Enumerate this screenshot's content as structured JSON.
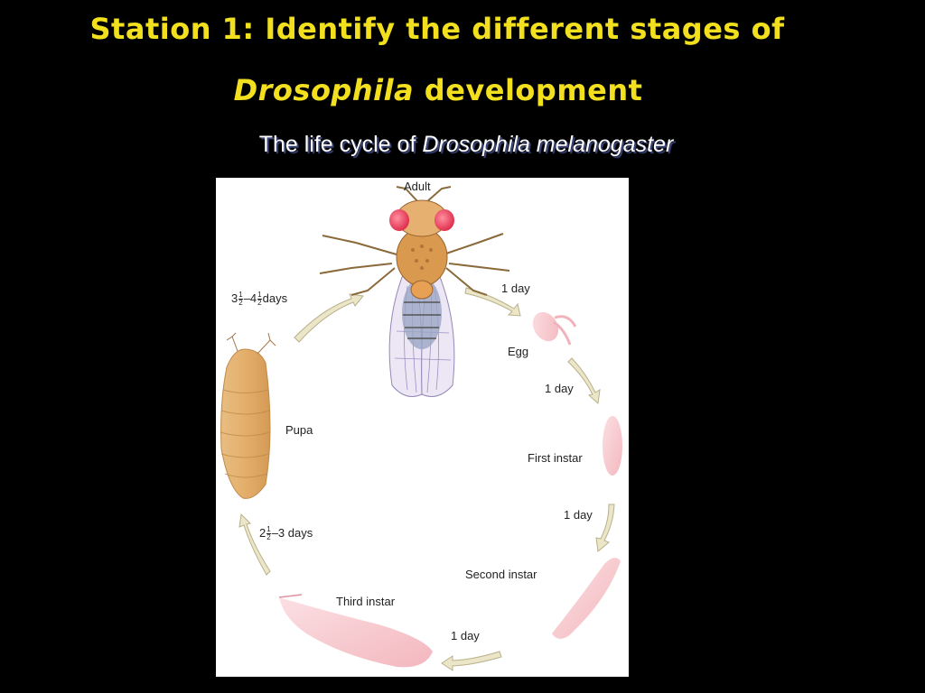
{
  "title": {
    "line1": "Station 1: Identify the different stages of",
    "line2_italic": "Drosophila",
    "line2_rest": " development"
  },
  "subtitle": {
    "prefix": "The life cycle of ",
    "italic": "Drosophila melanogaster"
  },
  "diagram": {
    "stages": {
      "adult": "Adult",
      "egg": "Egg",
      "first_instar": "First instar",
      "second_instar": "Second instar",
      "third_instar": "Third instar",
      "pupa": "Pupa"
    },
    "durations": {
      "adult_to_egg": "1 day",
      "egg_to_first": "1 day",
      "first_to_second": "1 day",
      "second_to_third": "1 day",
      "third_to_pupa": {
        "whole": "2",
        "num": "1",
        "den": "2",
        "rest": "–3 days"
      },
      "pupa_to_adult": {
        "whole1": "3",
        "num1": "1",
        "den1": "2",
        "mid": "–4",
        "num2": "1",
        "den2": "2",
        "rest": "days"
      }
    }
  },
  "colors": {
    "background": "#000000",
    "title": "#f2e01e",
    "subtitle": "#ffffff",
    "larva": "#f7c7cc",
    "pupa": "#e2b072",
    "arrow": "#ece6c8"
  }
}
